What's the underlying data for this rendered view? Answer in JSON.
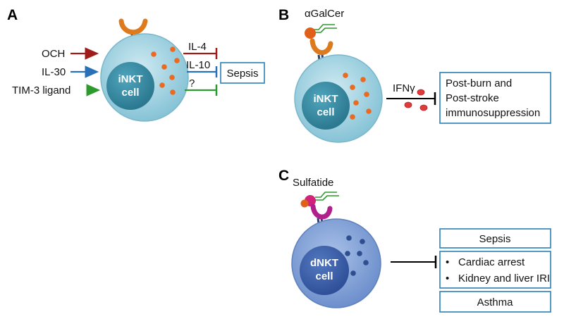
{
  "colors": {
    "inkt_outer": "#aed9e6",
    "inkt_nucleus": "#3a8fa7",
    "dnkt_outer": "#8aa8db",
    "dnkt_nucleus": "#3e63ad",
    "granule_orange": "#e96a20",
    "granule_blue": "#2e4f8f",
    "receptor_orange": "#dd7a1e",
    "receptor_magenta": "#b0208a",
    "arrow_red": "#a01c1c",
    "arrow_blue": "#2870b8",
    "arrow_green": "#2d9a2d",
    "box_border": "#2a7fb8",
    "ifn_dot": "#e03b3b"
  },
  "panel_a": {
    "letter": "A",
    "inputs": [
      "OCH",
      "IL-30",
      "TIM-3 ligand"
    ],
    "cell_line1": "iNKT",
    "cell_line2": "cell",
    "cytokines": [
      "IL-4",
      "IL-10",
      "?"
    ],
    "target": "Sepsis"
  },
  "panel_b": {
    "letter": "B",
    "ligand": "αGalCer",
    "cell_line1": "iNKT",
    "cell_line2": "cell",
    "cytokine": "IFNγ",
    "target_lines": [
      "Post-burn and",
      "Post-stroke",
      "immunosuppression"
    ]
  },
  "panel_c": {
    "letter": "C",
    "ligand": "Sulfatide",
    "cell_line1": "dNKT",
    "cell_line2": "cell",
    "box_top": "Sepsis",
    "bullet_items": [
      "Cardiac arrest",
      "Kidney and liver IRI"
    ],
    "bullet_glyph": "•",
    "box_bottom": "Asthma"
  }
}
